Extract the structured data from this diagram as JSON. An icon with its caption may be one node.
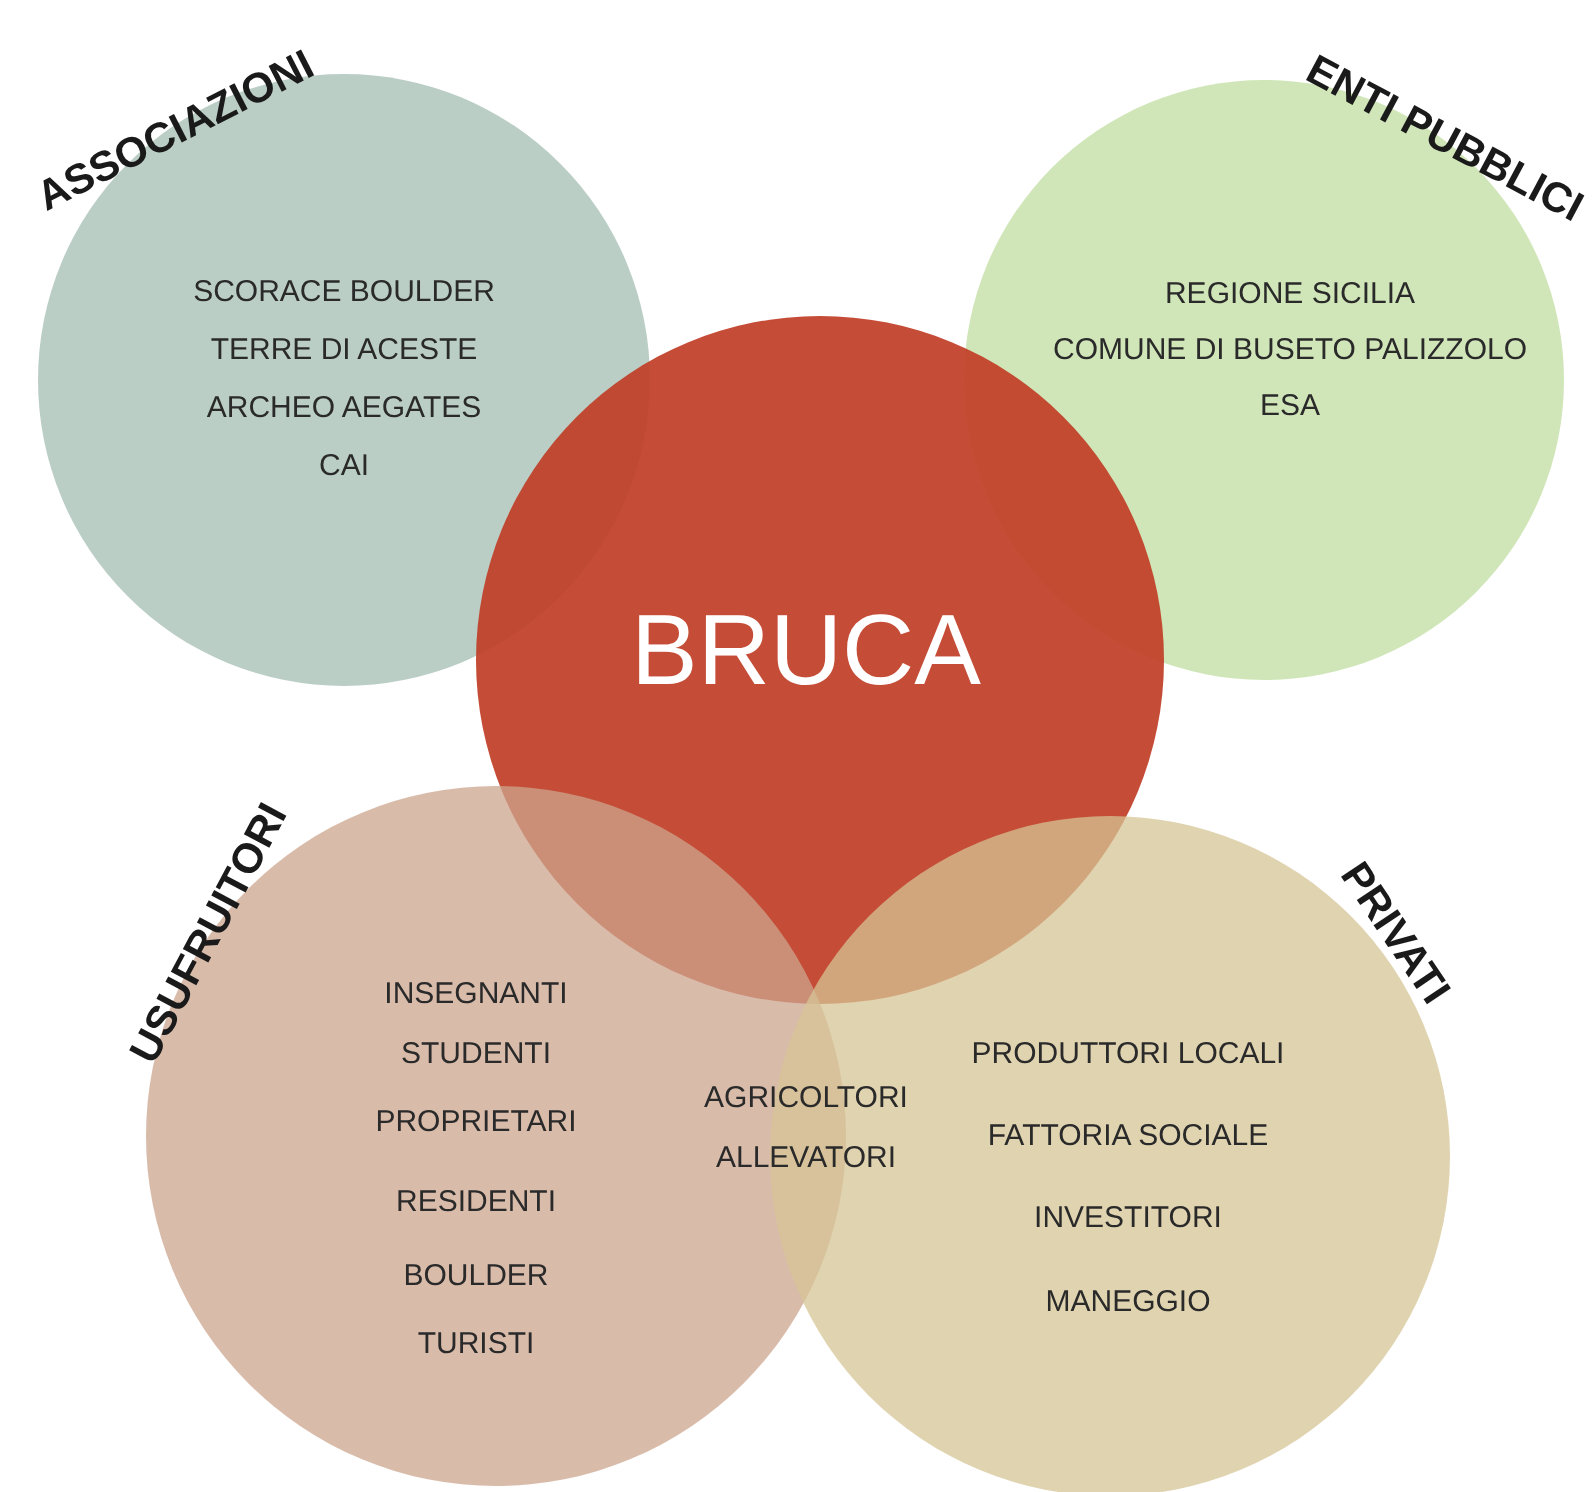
{
  "diagram": {
    "nodes": [
      {
        "text": [
          "ASSOCIAZIONI",
          "SCORACE BOULDER",
          "TERRE DI ACESTE",
          "ARCHEO AEGATES",
          "CAI"
        ]
      },
      {
        "text": [
          "ENTI PUBBLICI",
          "REGIONE SICILIA",
          "COMUNE DI BUSETO PALIZZOLO",
          "ESA"
        ]
      },
      {
        "text": [
          "BRUCA"
        ]
      },
      {
        "text": [
          "USUFRUITORI",
          "INSEGNANTI",
          "STUDENTI",
          "PROPRIETARI",
          "RESIDENTI",
          "BOULDER",
          "TURISTI"
        ]
      },
      {
        "text": [
          "PRIVATI",
          "PRODUTTORI LOCALI",
          "FATTORIA SOCIALE",
          "INVESTITORI",
          "MANEGGIO"
        ]
      }
    ],
    "labels": [
      "AGRICOLTORI",
      "ALLEVATORI"
    ]
  }
}
